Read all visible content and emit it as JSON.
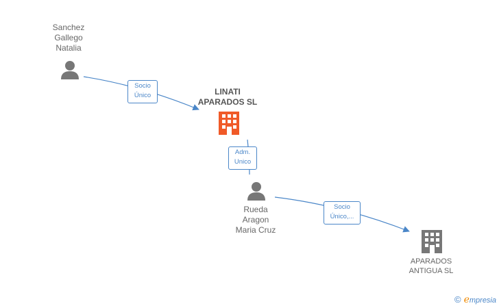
{
  "nodes": {
    "sanchez": {
      "lines": [
        "Sanchez",
        "Gallego",
        "Natalia"
      ],
      "icon": "person-icon"
    },
    "linati": {
      "lines": [
        "LINATI",
        "APARADOS SL"
      ],
      "icon": "building-icon"
    },
    "rueda": {
      "lines": [
        "Rueda",
        "Aragon",
        "Maria Cruz"
      ],
      "icon": "person-icon"
    },
    "antigua": {
      "lines": [
        "APARADOS",
        "ANTIGUA SL"
      ],
      "icon": "building-icon"
    }
  },
  "edges": {
    "e1": {
      "lines": [
        "Socio",
        "Único"
      ]
    },
    "e2": {
      "lines": [
        "Adm.",
        "Unico"
      ]
    },
    "e3": {
      "lines": [
        "Socio",
        "Único,..."
      ]
    }
  },
  "watermark": {
    "copyright": "©",
    "brand_initial": "e",
    "brand_rest": "mpresia"
  },
  "colors": {
    "link": "#4a86c8",
    "person": "#777777",
    "main_company": "#f05a28",
    "company": "#777777"
  }
}
